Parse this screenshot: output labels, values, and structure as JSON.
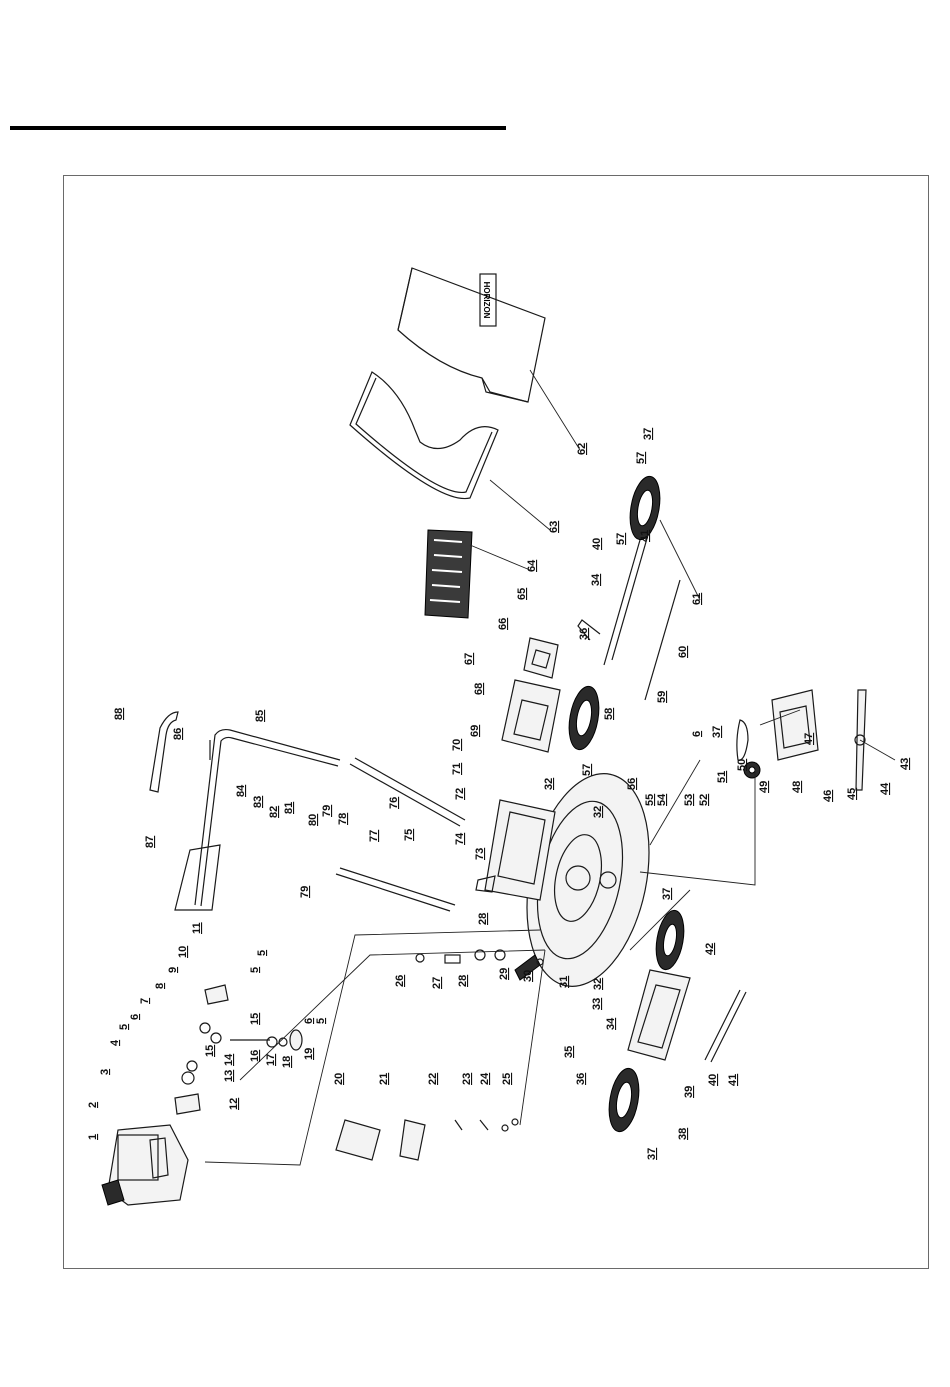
{
  "diagram": {
    "brand_mark": "HORIZON",
    "labels": [
      {
        "id": "l1",
        "text": "1"
      },
      {
        "id": "l2",
        "text": "2"
      },
      {
        "id": "l3",
        "text": "3"
      },
      {
        "id": "l4",
        "text": "4"
      },
      {
        "id": "l5a",
        "text": "5"
      },
      {
        "id": "l6a",
        "text": "6"
      },
      {
        "id": "l7",
        "text": "7"
      },
      {
        "id": "l8",
        "text": "8"
      },
      {
        "id": "l9",
        "text": "9"
      },
      {
        "id": "l10",
        "text": "10"
      },
      {
        "id": "l11",
        "text": "11"
      },
      {
        "id": "l5b",
        "text": "5"
      },
      {
        "id": "l5c",
        "text": "5"
      },
      {
        "id": "l12",
        "text": "12"
      },
      {
        "id": "l13",
        "text": "13"
      },
      {
        "id": "l14",
        "text": "14"
      },
      {
        "id": "l15a",
        "text": "15"
      },
      {
        "id": "l15b",
        "text": "15"
      },
      {
        "id": "l16",
        "text": "16"
      },
      {
        "id": "l17",
        "text": "17"
      },
      {
        "id": "l18",
        "text": "18"
      },
      {
        "id": "l19",
        "text": "19"
      },
      {
        "id": "l6b",
        "text": "6"
      },
      {
        "id": "l5d",
        "text": "5"
      },
      {
        "id": "l20",
        "text": "20"
      },
      {
        "id": "l21",
        "text": "21"
      },
      {
        "id": "l22",
        "text": "22"
      },
      {
        "id": "l23",
        "text": "23"
      },
      {
        "id": "l24",
        "text": "24"
      },
      {
        "id": "l25",
        "text": "25"
      },
      {
        "id": "l26",
        "text": "26"
      },
      {
        "id": "l27",
        "text": "27"
      },
      {
        "id": "l28a",
        "text": "28"
      },
      {
        "id": "l28b",
        "text": "28"
      },
      {
        "id": "l29",
        "text": "29"
      },
      {
        "id": "l30",
        "text": "30"
      },
      {
        "id": "l31",
        "text": "31"
      },
      {
        "id": "l32a",
        "text": "32"
      },
      {
        "id": "l32b",
        "text": "32"
      },
      {
        "id": "l32c",
        "text": "32"
      },
      {
        "id": "l33",
        "text": "33"
      },
      {
        "id": "l34a",
        "text": "34"
      },
      {
        "id": "l35",
        "text": "35"
      },
      {
        "id": "l36a",
        "text": "36"
      },
      {
        "id": "l37a",
        "text": "37"
      },
      {
        "id": "l38",
        "text": "38"
      },
      {
        "id": "l39",
        "text": "39"
      },
      {
        "id": "l40a",
        "text": "40"
      },
      {
        "id": "l41a",
        "text": "41"
      },
      {
        "id": "l37b",
        "text": "37"
      },
      {
        "id": "l42",
        "text": "42"
      },
      {
        "id": "l43",
        "text": "43"
      },
      {
        "id": "l44",
        "text": "44"
      },
      {
        "id": "l45",
        "text": "45"
      },
      {
        "id": "l46",
        "text": "46"
      },
      {
        "id": "l47",
        "text": "47"
      },
      {
        "id": "l48",
        "text": "48"
      },
      {
        "id": "l49",
        "text": "49"
      },
      {
        "id": "l50",
        "text": "50"
      },
      {
        "id": "l51",
        "text": "51"
      },
      {
        "id": "l52",
        "text": "52"
      },
      {
        "id": "l53",
        "text": "53"
      },
      {
        "id": "l54",
        "text": "54"
      },
      {
        "id": "l55",
        "text": "55"
      },
      {
        "id": "l56",
        "text": "56"
      },
      {
        "id": "l37c",
        "text": "37"
      },
      {
        "id": "l6c",
        "text": "6"
      },
      {
        "id": "l57a",
        "text": "57"
      },
      {
        "id": "l58",
        "text": "58"
      },
      {
        "id": "l59",
        "text": "59"
      },
      {
        "id": "l60",
        "text": "60"
      },
      {
        "id": "l36b",
        "text": "36"
      },
      {
        "id": "l34b",
        "text": "34"
      },
      {
        "id": "l40b",
        "text": "40"
      },
      {
        "id": "l57b",
        "text": "57"
      },
      {
        "id": "l41b",
        "text": "41"
      },
      {
        "id": "l61",
        "text": "61"
      },
      {
        "id": "l57c",
        "text": "57"
      },
      {
        "id": "l37d",
        "text": "37"
      },
      {
        "id": "l62",
        "text": "62"
      },
      {
        "id": "l63",
        "text": "63"
      },
      {
        "id": "l64",
        "text": "64"
      },
      {
        "id": "l65a",
        "text": "65"
      },
      {
        "id": "l66",
        "text": "66"
      },
      {
        "id": "l67",
        "text": "67"
      },
      {
        "id": "l68",
        "text": "68"
      },
      {
        "id": "l69",
        "text": "69"
      },
      {
        "id": "l70",
        "text": "70"
      },
      {
        "id": "l37e",
        "text": "37"
      },
      {
        "id": "l71",
        "text": "71"
      },
      {
        "id": "l72",
        "text": "72"
      },
      {
        "id": "l32d",
        "text": "32"
      },
      {
        "id": "l73",
        "text": "73"
      },
      {
        "id": "l74",
        "text": "74"
      },
      {
        "id": "l75",
        "text": "75"
      },
      {
        "id": "l76",
        "text": "76"
      },
      {
        "id": "l77",
        "text": "77"
      },
      {
        "id": "l78",
        "text": "78"
      },
      {
        "id": "l79a",
        "text": "79"
      },
      {
        "id": "l79b",
        "text": "79"
      },
      {
        "id": "l80",
        "text": "80"
      },
      {
        "id": "l81",
        "text": "81"
      },
      {
        "id": "l82",
        "text": "82"
      },
      {
        "id": "l83",
        "text": "83"
      },
      {
        "id": "l84",
        "text": "84"
      },
      {
        "id": "l85",
        "text": "85"
      },
      {
        "id": "l86",
        "text": "86"
      },
      {
        "id": "l87",
        "text": "87"
      },
      {
        "id": "l88",
        "text": "88"
      }
    ]
  }
}
